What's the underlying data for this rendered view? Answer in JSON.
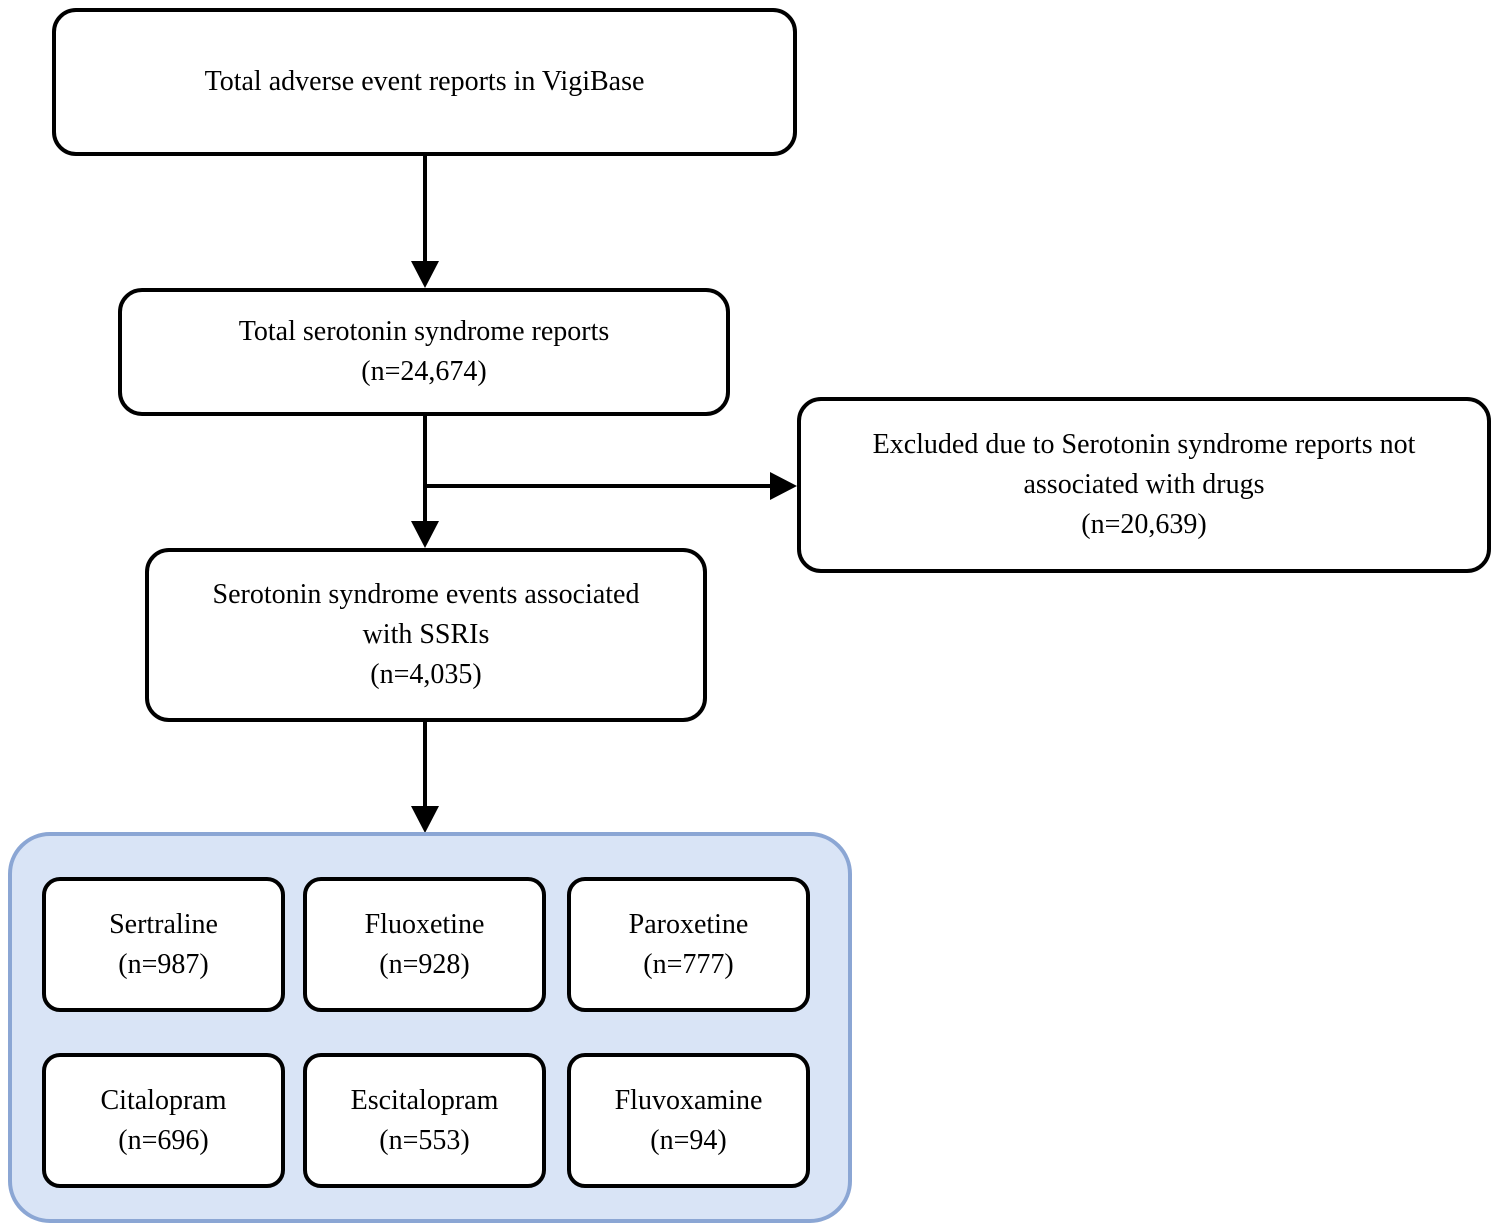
{
  "flow": {
    "vigibase": {
      "text": "Total adverse event reports in VigiBase"
    },
    "total_reports": {
      "line1": "Total serotonin syndrome reports",
      "count": "(n=24,674)"
    },
    "excluded": {
      "line1": "Excluded due to Serotonin syndrome reports not",
      "line2": "associated with drugs",
      "count": "(n=20,639)"
    },
    "ssri_events": {
      "line1": "Serotonin syndrome events associated",
      "line2": "with SSRIs",
      "count": "(n=4,035)"
    },
    "drugs": [
      {
        "name": "Sertraline",
        "count": "(n=987)"
      },
      {
        "name": "Fluoxetine",
        "count": "(n=928)"
      },
      {
        "name": "Paroxetine",
        "count": "(n=777)"
      },
      {
        "name": "Citalopram",
        "count": "(n=696)"
      },
      {
        "name": "Escitalopram",
        "count": "(n=553)"
      },
      {
        "name": "Fluvoxamine",
        "count": "(n=94)"
      }
    ],
    "colors": {
      "box_border": "#000000",
      "text": "#000000",
      "ssri_container_fill": "#d9e4f6",
      "ssri_container_border": "#8ba6d4"
    }
  }
}
